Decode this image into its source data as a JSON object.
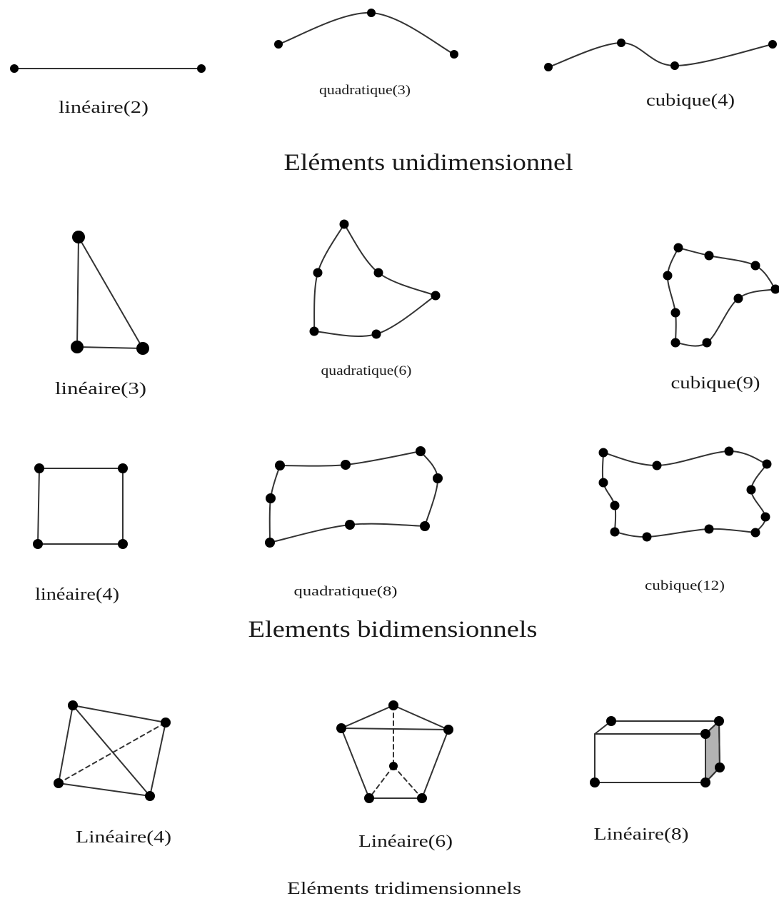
{
  "colors": {
    "background": "#ffffff",
    "edge": "#333333",
    "node": "#000000",
    "shaded_face": "#b3b3b3"
  },
  "one_d": {
    "title": "Eléments unidimensionnel",
    "labels": [
      "linéaire(2)",
      "quadratique(3)",
      "cubique(4)"
    ]
  },
  "two_d": {
    "title": "Elements bidimensionnels",
    "triangles": [
      "linéaire(3)",
      "quadratique(6)",
      "cubique(9)"
    ],
    "quadrilaterals": [
      "linéaire(4)",
      "quadratique(8)",
      "cubique(12)"
    ]
  },
  "three_d": {
    "title": "Eléments tridimensionnels",
    "labels": [
      "Linéaire(4)",
      "Linéaire(6)",
      "Linéaire(8)"
    ]
  }
}
